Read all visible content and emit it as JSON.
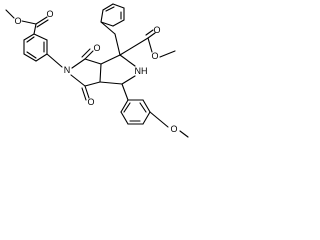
{
  "diagram": {
    "kind": "chemical-structure",
    "description_free": true,
    "atom_labels": {
      "ester_top_O_carbonyl": "O",
      "ester_top_O_methoxy": "O",
      "imide_N": "N",
      "imide_O_top": "O",
      "imide_O_bottom": "O",
      "amine_NH": "NH",
      "ester_right_O_carbonyl": "O",
      "ester_right_O_methoxy": "O",
      "methoxy_O": "O"
    },
    "colors": {
      "ink": "#000000",
      "background": "#ffffff"
    }
  }
}
